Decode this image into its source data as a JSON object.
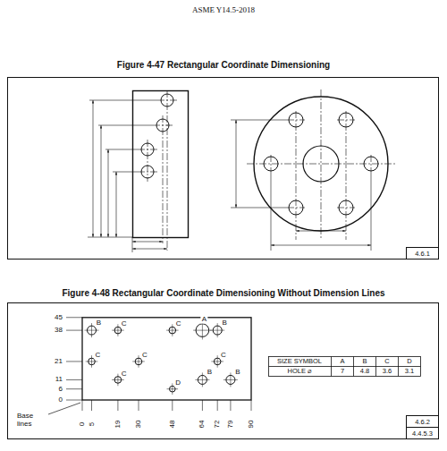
{
  "diagram": {
    "title": "ASME Y14.5-2018",
    "labels": [
      "Figure 4-47 Rectangular Coordinate Dimensioning",
      "4.6.1",
      "Figure 4-48 Rectangular Coordinate Dimensioning Without Dimension Lines",
      "B",
      "C",
      "C",
      "A",
      "B",
      "C",
      "C",
      "C",
      "C",
      "B",
      "B",
      "D",
      "45",
      "38",
      "21",
      "11",
      "6",
      "0",
      "0",
      "5",
      "19",
      "30",
      "48",
      "64",
      "72",
      "79",
      "90",
      "Base lines",
      "SIZE SYMBOL",
      "A",
      "B",
      "C",
      "D",
      "HOLE ⌀",
      "7",
      "4.8",
      "3.6",
      "3.1",
      "4.6.2",
      "4.4.5.3"
    ]
  }
}
